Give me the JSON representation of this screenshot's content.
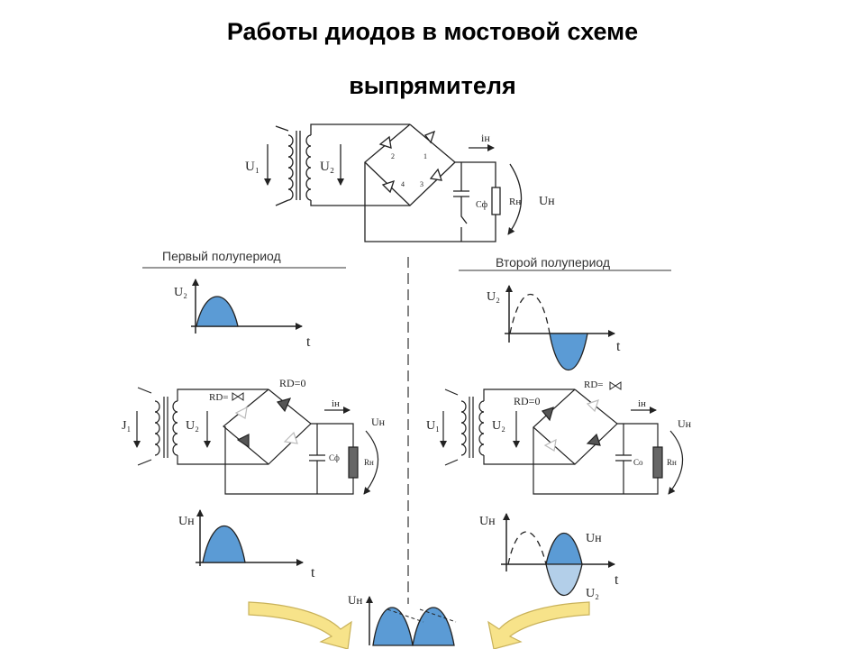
{
  "title": {
    "line1": "Работы диодов в мостовой схеме",
    "line2": "выпрямителя"
  },
  "top_circuit": {
    "u1": "U₁",
    "u2": "U₂",
    "i_load": "iн",
    "c_label": "Cф",
    "r_label": "Rн",
    "u_load": "Uн",
    "diode_numbers": [
      "2",
      "1",
      "4",
      "3"
    ]
  },
  "left": {
    "heading": "Первый полупериод",
    "graph_u2": {
      "y": "U₂",
      "x": "t"
    },
    "circuit": {
      "u1": "J₁",
      "u2": "U₂",
      "rd_on": "RD=0",
      "rd_off": "RD=",
      "i_load": "iн",
      "c_label": "Cф",
      "r_label": "Rн",
      "u_load": "Uн"
    },
    "graph_uh": {
      "y": "Uн",
      "x": "t"
    }
  },
  "right": {
    "heading": "Второй полупериод",
    "graph_u2": {
      "y": "U₂",
      "x": "t"
    },
    "circuit": {
      "u1": "U₁",
      "u2": "U₂",
      "rd_on": "RD=0",
      "rd_off": "RD=",
      "i_load": "iн",
      "c_label": "Cо",
      "r_label": "Rн",
      "u_load": "Uн"
    },
    "graph_uh": {
      "y": "Uн",
      "x": "t",
      "label_top": "Uн",
      "label_bottom": "U₂"
    }
  },
  "bottom": {
    "y": "Uн"
  },
  "colors": {
    "fill": "#5b9bd5",
    "arrow": "#f7e38a",
    "arrow_stroke": "#c9b25a",
    "diode_dark": "#555555"
  }
}
